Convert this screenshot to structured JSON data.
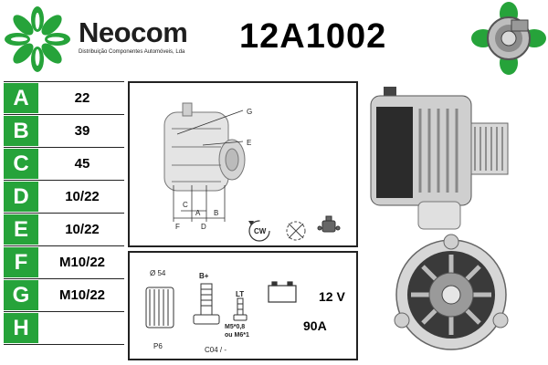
{
  "brand": {
    "name": "Neocom",
    "subtitle": "Distribuição Componentes Automóveis, Lda",
    "logo_color": "#26a33a"
  },
  "part_number": "12A1002",
  "specs": [
    {
      "letter": "A",
      "value": "22"
    },
    {
      "letter": "B",
      "value": "39"
    },
    {
      "letter": "C",
      "value": "45"
    },
    {
      "letter": "D",
      "value": "10/22"
    },
    {
      "letter": "E",
      "value": "10/22"
    },
    {
      "letter": "F",
      "value": "M10/22"
    },
    {
      "letter": "G",
      "value": "M10/22"
    },
    {
      "letter": "H",
      "value": ""
    }
  ],
  "dimension_labels": [
    "G",
    "E",
    "C",
    "A",
    "B",
    "F",
    "D"
  ],
  "rotation": "CW",
  "terminals": {
    "pulley_diameter": "Ø 54",
    "pulley_type": "P6",
    "b_plus": "B+",
    "lt": "LT",
    "thread_main": "M5*0,8",
    "thread_alt": "ou M6*1",
    "connector_code": "C04 / -",
    "voltage": "12 V",
    "amperage": "90A"
  },
  "colors": {
    "accent": "#26a33a",
    "border": "#222222"
  }
}
